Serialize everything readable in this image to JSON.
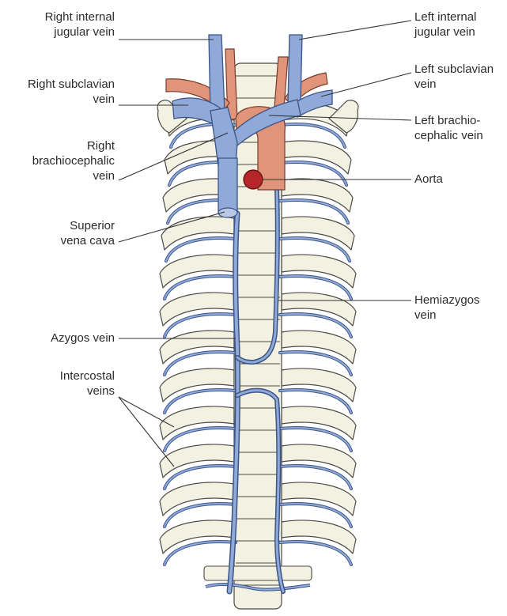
{
  "labels": {
    "right_internal_jugular": [
      "Right internal",
      "jugular vein"
    ],
    "left_internal_jugular": [
      "Left internal",
      "jugular vein"
    ],
    "right_subclavian": [
      "Right subclavian",
      "vein"
    ],
    "left_subclavian": [
      "Left subclavian",
      "vein"
    ],
    "left_brachiocephalic": [
      "Left brachio-",
      "cephalic vein"
    ],
    "right_brachiocephalic": [
      "Right",
      "brachiocephalic",
      "vein"
    ],
    "aorta": [
      "Aorta"
    ],
    "superior_vena_cava": [
      "Superior",
      "vena cava"
    ],
    "hemiazygos": [
      "Hemiazygos",
      "vein"
    ],
    "azygos": [
      "Azygos vein"
    ],
    "intercostal": [
      "Intercostal",
      "veins"
    ]
  },
  "colors": {
    "vein": "#8fa9d8",
    "vein_outline": "#3c5486",
    "artery": "#e0957a",
    "artery_dark": "#b4262a",
    "bone": "#f3f1e2",
    "bone_outline": "#4a4a44",
    "leader": "#333333"
  }
}
